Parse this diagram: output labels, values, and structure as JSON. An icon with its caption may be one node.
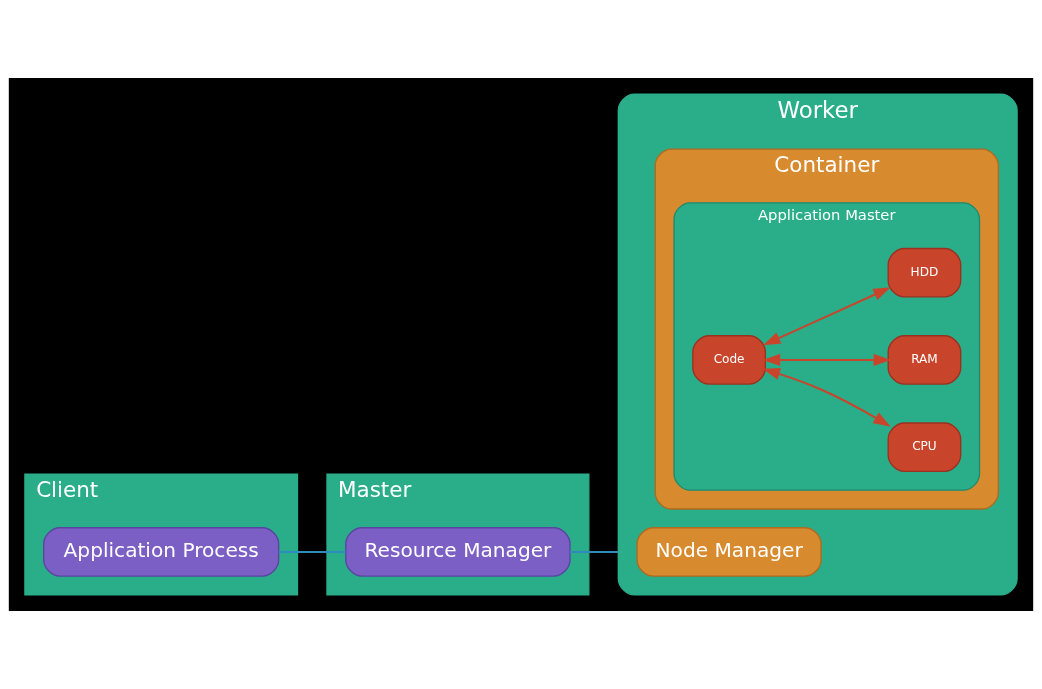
{
  "diagram": {
    "nodes": [
      {
        "text": [
          "Client"
        ]
      },
      {
        "text": [
          "Application Process"
        ],
        "in": 0
      },
      {
        "text": [
          "Master"
        ]
      },
      {
        "text": [
          "Resource Manager"
        ],
        "in": 2
      },
      {
        "text": [
          "Worker"
        ]
      },
      {
        "text": [
          "Node Manager"
        ],
        "in": 4
      },
      {
        "text": [
          "Container"
        ],
        "in": 4
      },
      {
        "text": [
          "Application Master"
        ],
        "in": 6
      },
      {
        "text": [
          "Code"
        ],
        "in": 7
      },
      {
        "text": [
          "CPU"
        ],
        "in": 7
      },
      {
        "text": [
          "RAM"
        ],
        "in": 7
      },
      {
        "text": [
          "HDD"
        ],
        "in": 7
      }
    ],
    "edges": [
      {
        "from": 1,
        "to": 3,
        "arrow": "none",
        "color": "#2e8bc0"
      },
      {
        "from": 3,
        "to": 4,
        "arrow": "none",
        "color": "#2e8bc0"
      },
      {
        "from": 8,
        "to": 9,
        "arrow": "both",
        "color": "#c8452c"
      },
      {
        "from": 8,
        "to": 10,
        "arrow": "both",
        "color": "#c8452c"
      },
      {
        "from": 8,
        "to": 11,
        "arrow": "both",
        "color": "#c8452c"
      }
    ]
  }
}
